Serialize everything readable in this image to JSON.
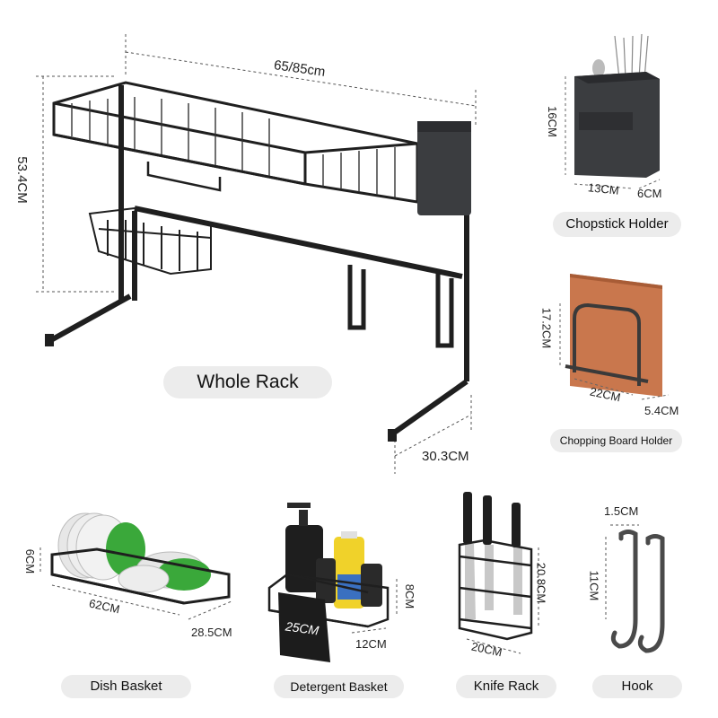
{
  "whole_rack": {
    "label": "Whole Rack",
    "width_dim": "65/85cm",
    "height_dim": "53.4CM",
    "depth_dim": "30.3CM"
  },
  "chopstick_holder": {
    "label": "Chopstick Holder",
    "height_dim": "16CM",
    "width_dim": "13CM",
    "depth_dim": "6CM"
  },
  "chopping_board_holder": {
    "label": "Chopping Board Holder",
    "height_dim": "17.2CM",
    "width_dim": "22CM",
    "depth_dim": "5.4CM"
  },
  "dish_basket": {
    "label": "Dish Basket",
    "height_dim": "6CM",
    "width_dim": "62CM",
    "depth_dim": "28.5CM"
  },
  "detergent_basket": {
    "label": "Detergent Basket",
    "height_dim": "8CM",
    "width_dim": "12CM",
    "tag_text": "25CM"
  },
  "knife_rack": {
    "label": "Knife Rack",
    "height_dim": "20.8CM",
    "width_dim": "20CM"
  },
  "hook": {
    "label": "Hook",
    "width_dim": "1.5CM",
    "height_dim": "11CM"
  },
  "colors": {
    "metal": "#1f1f1f",
    "container": "#3b3d40",
    "board": "#c9774d",
    "dish_green": "#3aa83a",
    "label_pill": "#ececec"
  }
}
